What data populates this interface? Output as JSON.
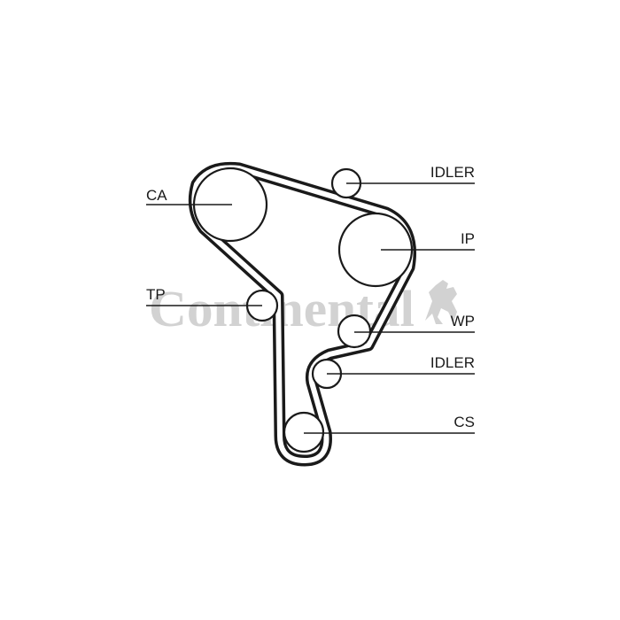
{
  "watermark": {
    "brand": "Continental",
    "color": "#d2d2d2",
    "logo_icon": "prancing-horse-icon"
  },
  "colors": {
    "line": "#1a1a1a",
    "background": "#ffffff"
  },
  "labels": {
    "ca": "CA",
    "idler_top": "IDLER",
    "ip": "IP",
    "tp": "TP",
    "wp": "WP",
    "idler_bottom": "IDLER",
    "cs": "CS"
  }
}
